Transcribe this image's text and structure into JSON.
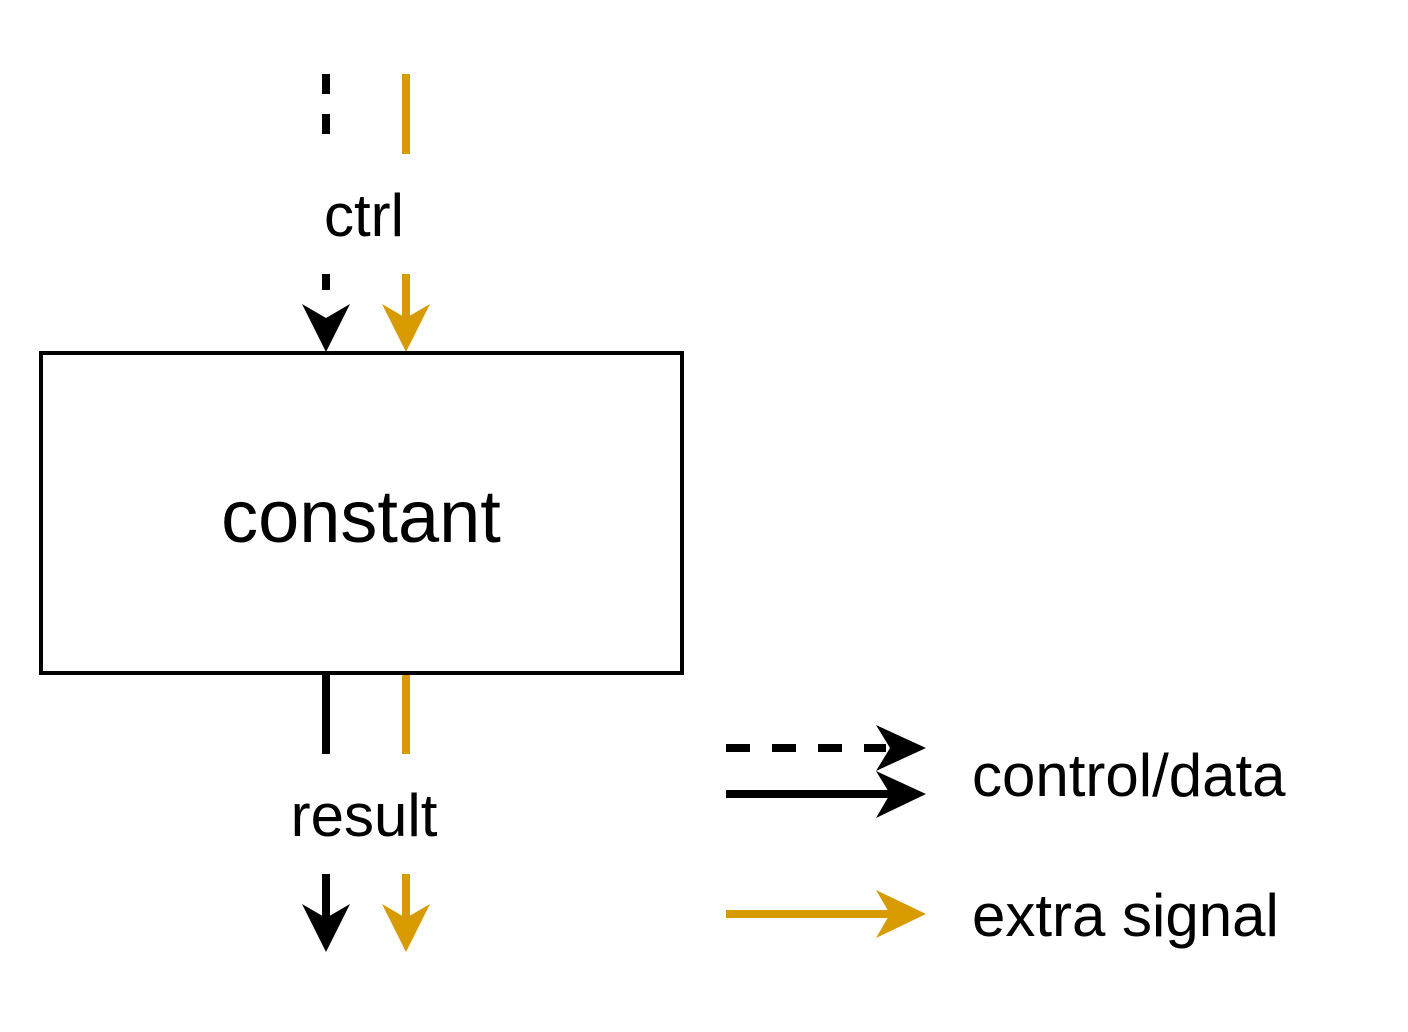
{
  "diagram": {
    "block": {
      "label": "constant"
    },
    "inputs": {
      "label": "ctrl"
    },
    "outputs": {
      "label": "result"
    },
    "legend": {
      "items": [
        {
          "label": "control/data",
          "style": "dashed-and-solid-black"
        },
        {
          "label": "extra signal",
          "style": "solid-orange"
        }
      ]
    }
  },
  "colors": {
    "black": "#000000",
    "extra_signal": "#d79b00",
    "background": "#ffffff"
  }
}
